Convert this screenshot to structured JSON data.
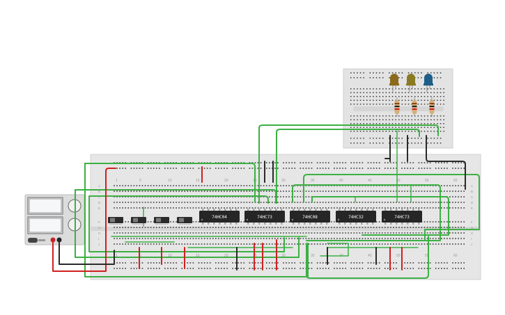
{
  "chips": [
    {
      "label": "74HC04"
    },
    {
      "label": "74HC73"
    },
    {
      "label": "74HC08"
    },
    {
      "label": "74HC32"
    },
    {
      "label": "74HC73"
    }
  ],
  "main_breadboard": {
    "column_numbers": [
      "1",
      "5",
      "10",
      "15",
      "20",
      "25",
      "30",
      "35",
      "40",
      "45",
      "50",
      "55",
      "60"
    ],
    "row_letters_top": [
      "A",
      "B",
      "C",
      "D",
      "E"
    ],
    "row_letters_bottom": [
      "F",
      "G",
      "H",
      "I",
      "J"
    ]
  },
  "leds": [
    {
      "color": "#8b6a1c"
    },
    {
      "color": "#8a7a22"
    },
    {
      "color": "#1e5f8a"
    }
  ],
  "wire_colors": {
    "green": "#3cb043",
    "red": "#d11f1f",
    "black": "#2a2a2a"
  },
  "switches": {
    "count": 4
  }
}
